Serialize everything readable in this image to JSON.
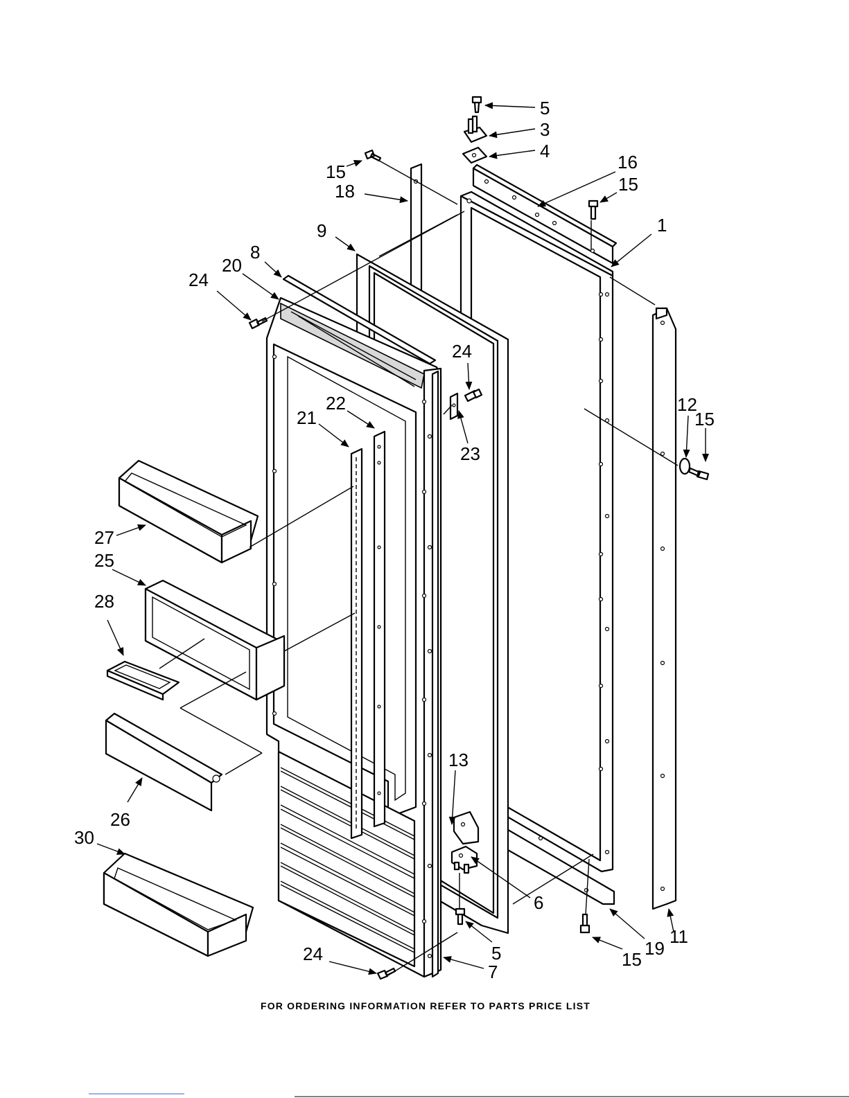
{
  "footer": "FOR ORDERING INFORMATION REFER TO PARTS PRICE LIST",
  "callouts": {
    "c1": "1",
    "c3": "3",
    "c4": "4",
    "c5a": "5",
    "c5b": "5",
    "c6": "6",
    "c7": "7",
    "c8": "8",
    "c9": "9",
    "c11": "11",
    "c12": "12",
    "c13": "13",
    "c15a": "15",
    "c15b": "15",
    "c15c": "15",
    "c15d": "15",
    "c16": "16",
    "c18": "18",
    "c19": "19",
    "c20": "20",
    "c21": "21",
    "c22": "22",
    "c23": "23",
    "c24a": "24",
    "c24b": "24",
    "c24c": "24",
    "c25": "25",
    "c26": "26",
    "c27": "27",
    "c28": "28",
    "c30": "30"
  }
}
